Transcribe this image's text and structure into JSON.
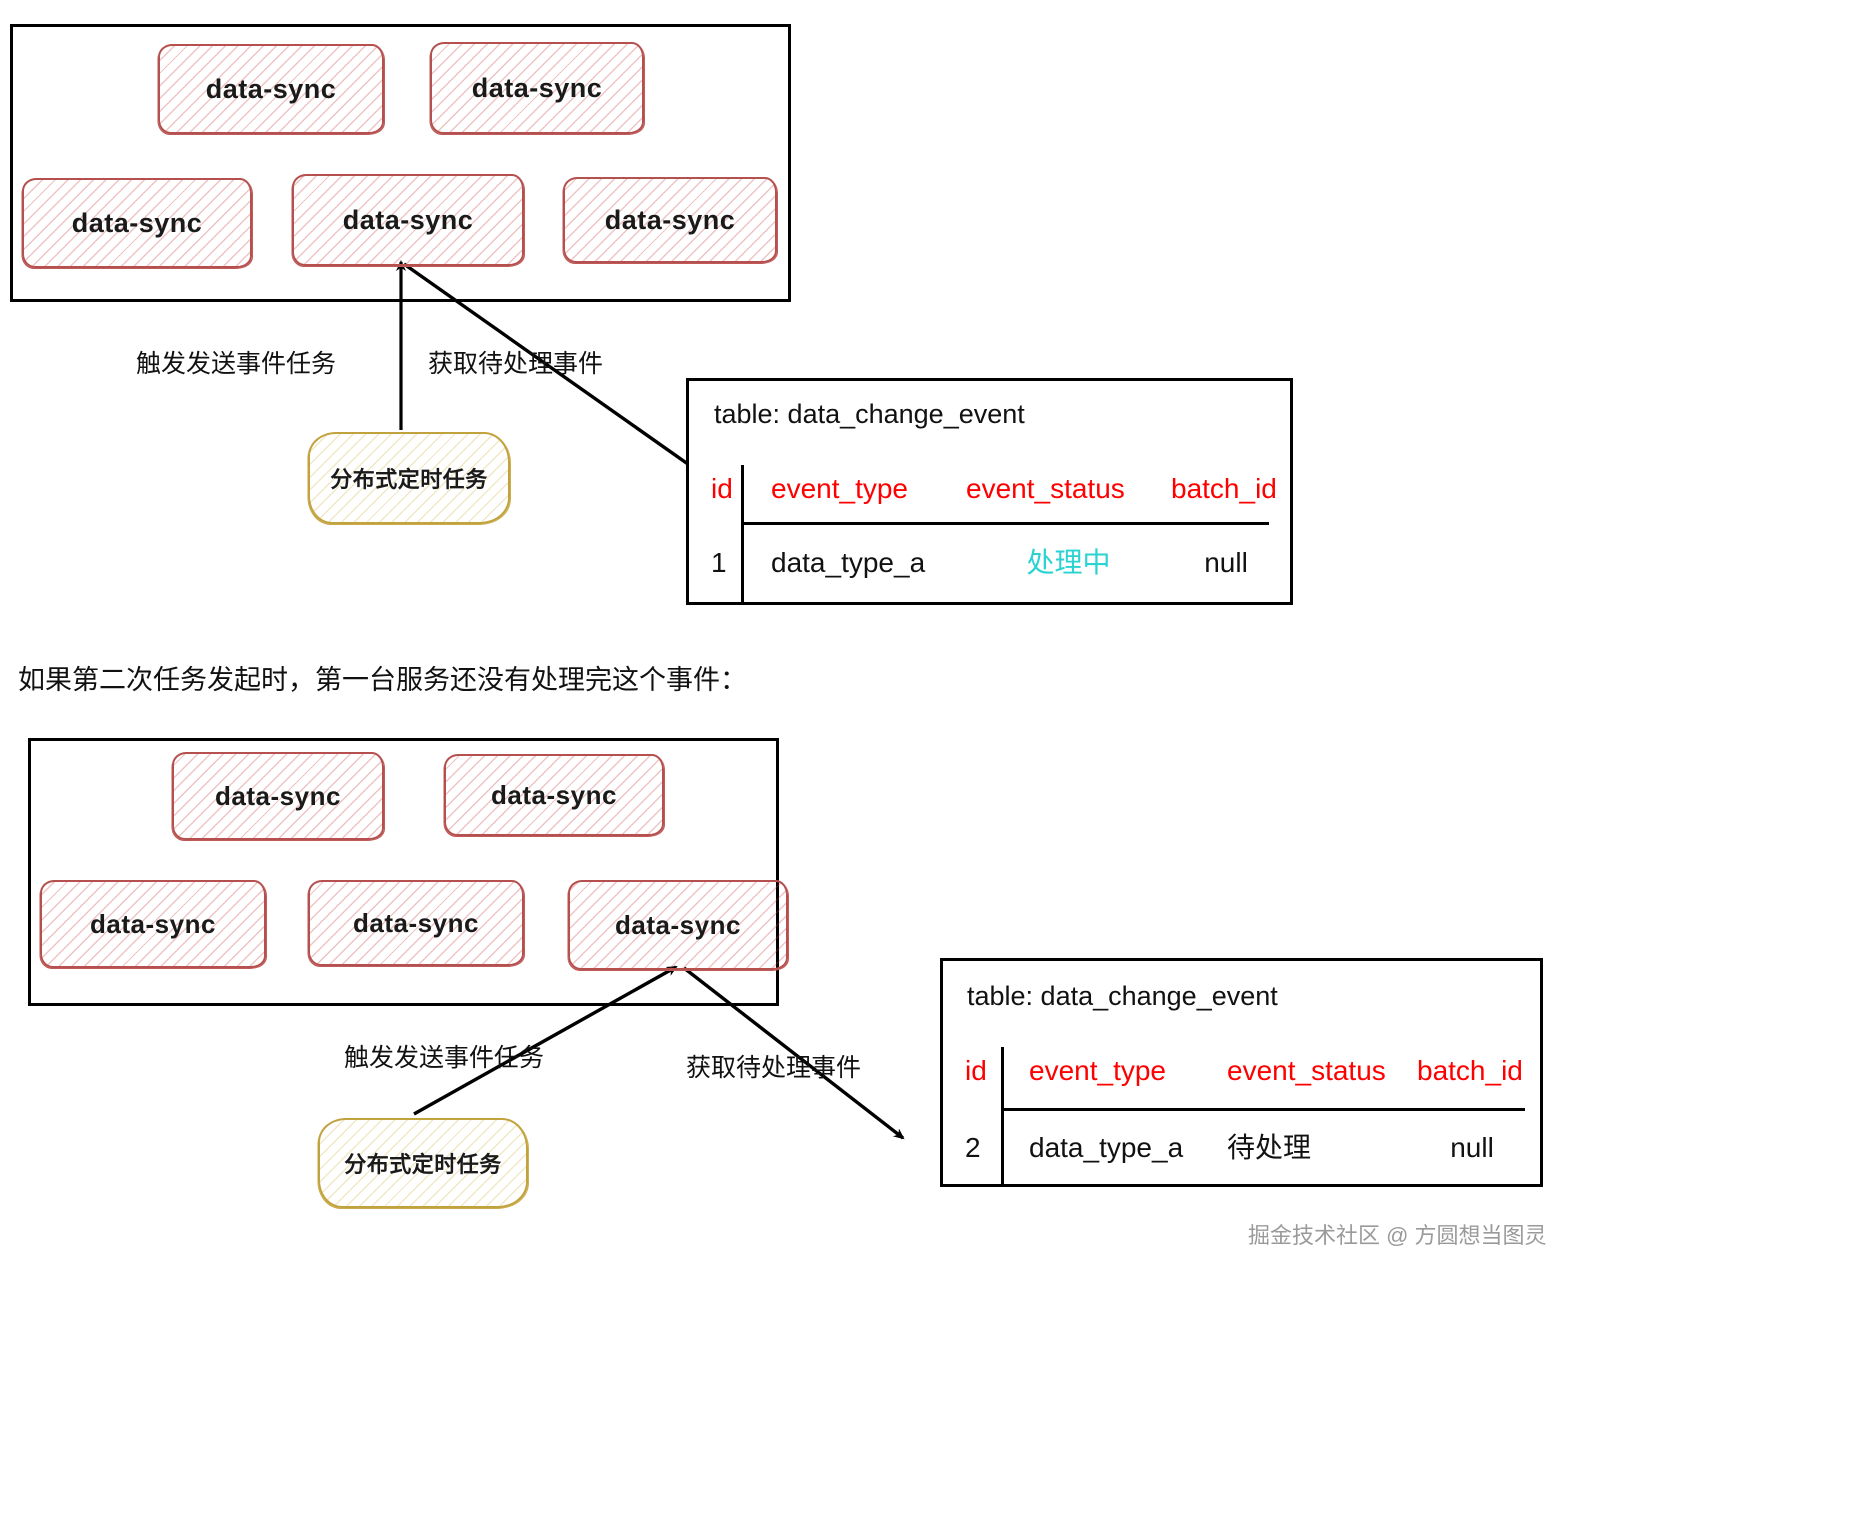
{
  "diagram": {
    "title": "分布式定时任务重复处理事件示意图",
    "colors": {
      "service_box_stroke": "#b5504e",
      "service_box_fill": "#c83c3c",
      "timer_box_stroke": "#c2a23c",
      "frame_stroke": "#000000",
      "table_header": "#ff0000",
      "status_processing": "#2ad2d2",
      "watermark": "#9a9a9a"
    }
  },
  "section1": {
    "cluster": {
      "nodes": [
        {
          "label": "data-sync"
        },
        {
          "label": "data-sync"
        },
        {
          "label": "data-sync"
        },
        {
          "label": "data-sync"
        },
        {
          "label": "data-sync"
        }
      ]
    },
    "timer": {
      "label": "分布式定时任务"
    },
    "edges": {
      "trigger": "触发发送事件任务",
      "fetch": "获取待处理事件"
    },
    "table": {
      "title": "table: data_change_event",
      "columns": [
        "id",
        "event_type",
        "event_status",
        "batch_id"
      ],
      "rows": [
        {
          "id": "1",
          "event_type": "data_type_a",
          "event_status": "处理中",
          "batch_id": "null"
        }
      ]
    }
  },
  "note": {
    "text": "如果第二次任务发起时，第一台服务还没有处理完这个事件："
  },
  "section2": {
    "cluster": {
      "nodes": [
        {
          "label": "data-sync"
        },
        {
          "label": "data-sync"
        },
        {
          "label": "data-sync"
        },
        {
          "label": "data-sync"
        },
        {
          "label": "data-sync"
        }
      ]
    },
    "timer": {
      "label": "分布式定时任务"
    },
    "edges": {
      "trigger": "触发发送事件任务",
      "fetch": "获取待处理事件"
    },
    "table": {
      "title": "table: data_change_event",
      "columns": [
        "id",
        "event_type",
        "event_status",
        "batch_id"
      ],
      "rows": [
        {
          "id": "2",
          "event_type": "data_type_a",
          "event_status": "待处理",
          "batch_id": "null"
        }
      ]
    }
  },
  "watermark": {
    "text": "掘金技术社区 @ 方圆想当图灵"
  }
}
